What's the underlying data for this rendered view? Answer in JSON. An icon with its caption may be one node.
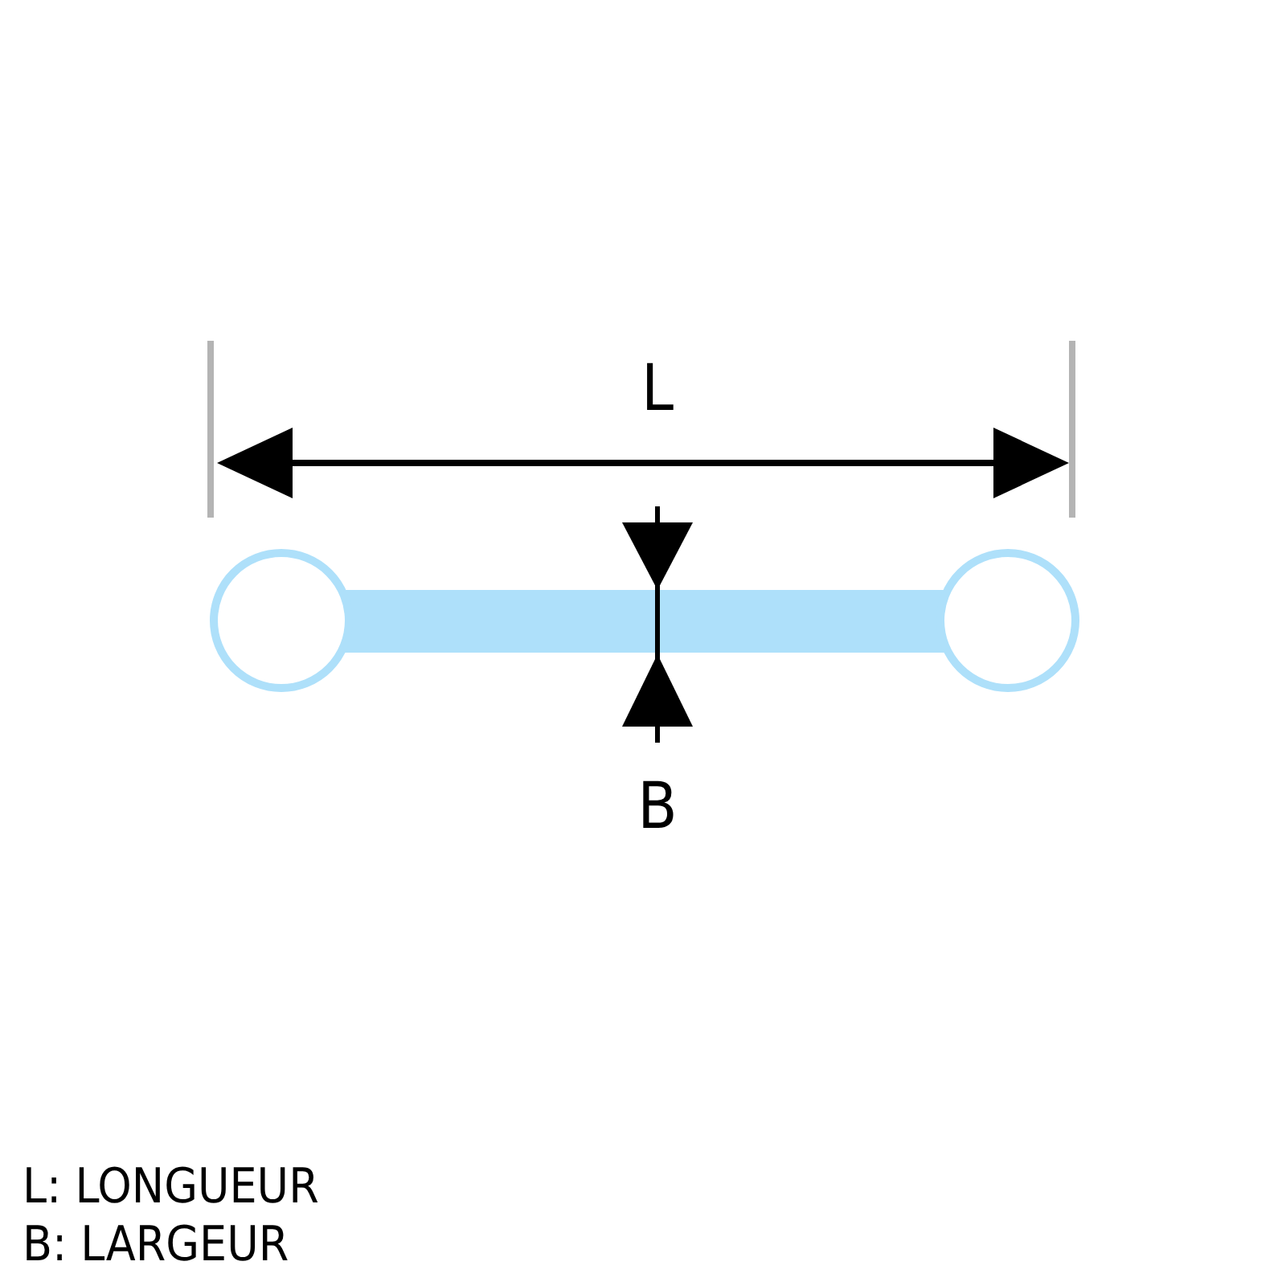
{
  "diagram": {
    "labels": [
      "L",
      "B",
      "L: LONGUEUR",
      "B: LARGEUR"
    ]
  }
}
